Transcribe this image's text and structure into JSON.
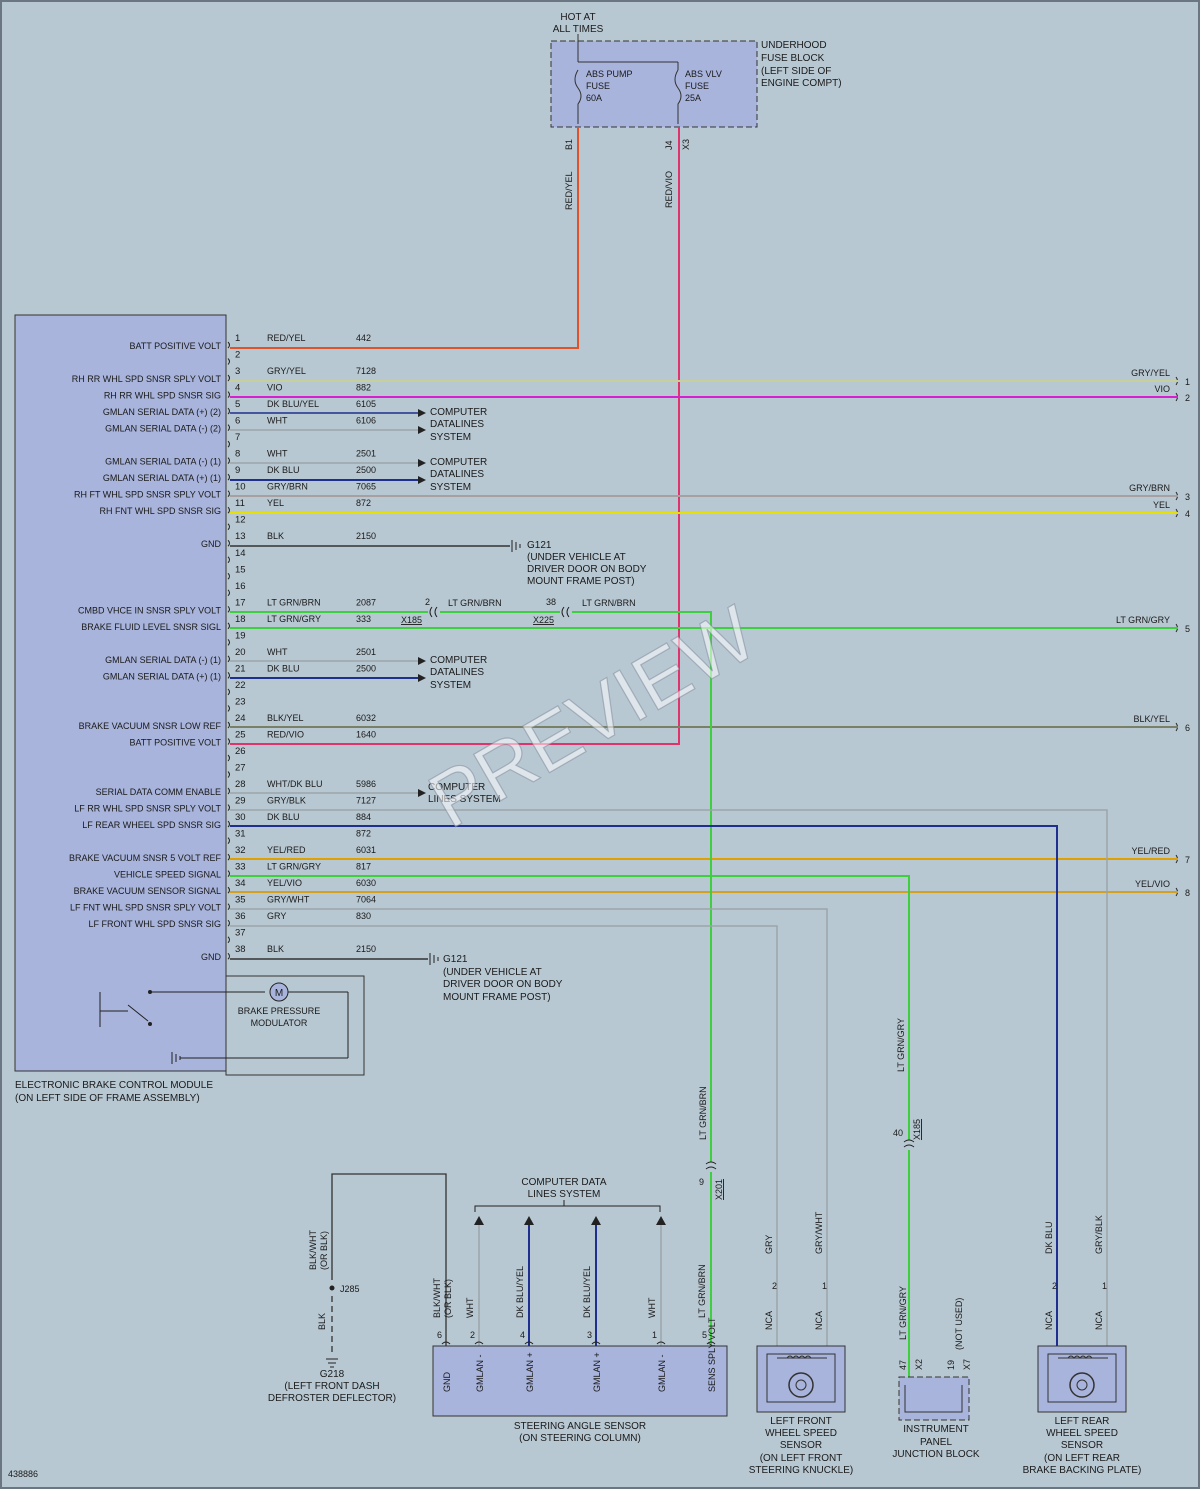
{
  "fuse_block": {
    "hot_label_1": "HOT AT",
    "hot_label_2": "ALL TIMES",
    "name": [
      "UNDERHOOD",
      "FUSE BLOCK",
      "(LEFT SIDE OF",
      "ENGINE COMPT)"
    ],
    "fuse1": [
      "ABS PUMP",
      "FUSE",
      "60A"
    ],
    "fuse2": [
      "ABS VLV",
      "FUSE",
      "25A"
    ],
    "pin1": "B1",
    "pin2": "J4",
    "conn2": "X3",
    "wire1": "RED/YEL",
    "wire2": "RED/VIO"
  },
  "module": {
    "name": [
      "ELECTRONIC BRAKE CONTROL MODULE",
      "(ON LEFT SIDE OF FRAME ASSEMBLY)"
    ],
    "modulator": [
      "BRAKE PRESSURE",
      "MODULATOR"
    ],
    "motor": "M"
  },
  "pins": [
    {
      "pin": "1",
      "func": "BATT POSITIVE VOLT",
      "color": "RED/YEL",
      "circuit": "442"
    },
    {
      "pin": "2",
      "func": "",
      "color": "",
      "circuit": ""
    },
    {
      "pin": "3",
      "func": "RH RR WHL SPD SNSR SPLY VOLT",
      "color": "GRY/YEL",
      "circuit": "7128"
    },
    {
      "pin": "4",
      "func": "RH RR WHL SPD SNSR SIG",
      "color": "VIO",
      "circuit": "882"
    },
    {
      "pin": "5",
      "func": "GMLAN SERIAL DATA (+) (2)",
      "color": "DK BLU/YEL",
      "circuit": "6105"
    },
    {
      "pin": "6",
      "func": "GMLAN SERIAL DATA (-) (2)",
      "color": "WHT",
      "circuit": "6106"
    },
    {
      "pin": "7",
      "func": "",
      "color": "",
      "circuit": ""
    },
    {
      "pin": "8",
      "func": "GMLAN SERIAL DATA (-) (1)",
      "color": "WHT",
      "circuit": "2501"
    },
    {
      "pin": "9",
      "func": "GMLAN SERIAL DATA (+) (1)",
      "color": "DK BLU",
      "circuit": "2500"
    },
    {
      "pin": "10",
      "func": "RH FT WHL SPD SNSR SPLY VOLT",
      "color": "GRY/BRN",
      "circuit": "7065"
    },
    {
      "pin": "11",
      "func": "RH FNT WHL SPD SNSR SIG",
      "color": "YEL",
      "circuit": "872"
    },
    {
      "pin": "12",
      "func": "",
      "color": "",
      "circuit": ""
    },
    {
      "pin": "13",
      "func": "GND",
      "color": "BLK",
      "circuit": "2150"
    },
    {
      "pin": "14",
      "func": "",
      "color": "",
      "circuit": ""
    },
    {
      "pin": "15",
      "func": "",
      "color": "",
      "circuit": ""
    },
    {
      "pin": "16",
      "func": "",
      "color": "",
      "circuit": ""
    },
    {
      "pin": "17",
      "func": "CMBD VHCE IN SNSR SPLY VOLT",
      "color": "LT GRN/BRN",
      "circuit": "2087"
    },
    {
      "pin": "18",
      "func": "BRAKE FLUID LEVEL SNSR SIGL",
      "color": "LT GRN/GRY",
      "circuit": "333"
    },
    {
      "pin": "19",
      "func": "",
      "color": "",
      "circuit": ""
    },
    {
      "pin": "20",
      "func": "GMLAN SERIAL DATA (-) (1)",
      "color": "WHT",
      "circuit": "2501"
    },
    {
      "pin": "21",
      "func": "GMLAN SERIAL DATA (+) (1)",
      "color": "DK BLU",
      "circuit": "2500"
    },
    {
      "pin": "22",
      "func": "",
      "color": "",
      "circuit": ""
    },
    {
      "pin": "23",
      "func": "",
      "color": "",
      "circuit": ""
    },
    {
      "pin": "24",
      "func": "BRAKE VACUUM SNSR LOW REF",
      "color": "BLK/YEL",
      "circuit": "6032"
    },
    {
      "pin": "25",
      "func": "BATT POSITIVE VOLT",
      "color": "RED/VIO",
      "circuit": "1640"
    },
    {
      "pin": "26",
      "func": "",
      "color": "",
      "circuit": ""
    },
    {
      "pin": "27",
      "func": "",
      "color": "",
      "circuit": ""
    },
    {
      "pin": "28",
      "func": "SERIAL DATA COMM ENABLE",
      "color": "WHT/DK BLU",
      "circuit": "5986"
    },
    {
      "pin": "29",
      "func": "LF RR WHL SPD SNSR SPLY VOLT",
      "color": "GRY/BLK",
      "circuit": "7127"
    },
    {
      "pin": "30",
      "func": "LF REAR WHEEL SPD SNSR SIG",
      "color": "DK BLU",
      "circuit": "884"
    },
    {
      "pin": "31",
      "func": "",
      "color": "",
      "circuit": "872"
    },
    {
      "pin": "32",
      "func": "BRAKE VACUUM SNSR 5 VOLT REF",
      "color": "YEL/RED",
      "circuit": "6031"
    },
    {
      "pin": "33",
      "func": "VEHICLE SPEED SIGNAL",
      "color": "LT GRN/GRY",
      "circuit": "817"
    },
    {
      "pin": "34",
      "func": "BRAKE VACUUM SENSOR SIGNAL",
      "color": "YEL/VIO",
      "circuit": "6030"
    },
    {
      "pin": "35",
      "func": "LF FNT WHL SPD SNSR SPLY VOLT",
      "color": "GRY/WHT",
      "circuit": "7064"
    },
    {
      "pin": "36",
      "func": "LF FRONT WHL SPD SNSR SIG",
      "color": "GRY",
      "circuit": "830"
    },
    {
      "pin": "37",
      "func": "",
      "color": "",
      "circuit": ""
    },
    {
      "pin": "38",
      "func": "GND",
      "color": "BLK",
      "circuit": "2150"
    }
  ],
  "right_labels": [
    {
      "text": "GRY/YEL",
      "num": "1"
    },
    {
      "text": "VIO",
      "num": "2"
    },
    {
      "text": "GRY/BRN",
      "num": "3"
    },
    {
      "text": "YEL",
      "num": "4"
    },
    {
      "text": "LT GRN/GRY",
      "num": "5"
    },
    {
      "text": "BLK/YEL",
      "num": "6"
    },
    {
      "text": "YEL/RED",
      "num": "7"
    },
    {
      "text": "YEL/VIO",
      "num": "8"
    }
  ],
  "data_systems": [
    [
      "COMPUTER",
      "DATALINES",
      "SYSTEM"
    ],
    [
      "COMPUTER",
      "DATALINES",
      "SYSTEM"
    ],
    [
      "COMPUTER",
      "DATALINES",
      "SYSTEM"
    ],
    [
      "COMPUTER DATA",
      "LINES SYSTEM"
    ]
  ],
  "grounds": {
    "g121_a": [
      "G121",
      "(UNDER VEHICLE AT",
      "DRIVER DOOR ON BODY",
      "MOUNT FRAME POST)"
    ],
    "g121_b": [
      "G121",
      "(UNDER VEHICLE AT",
      "DRIVER DOOR ON BODY",
      "MOUNT FRAME POST)"
    ],
    "g218": [
      "G218",
      "(LEFT FRONT DASH",
      "DEFROSTER DEFLECTOR)"
    ]
  },
  "inline": {
    "c1_pin": "2",
    "c1_name": "X185",
    "c1_wire": "LT GRN/BRN",
    "c2_pin": "38",
    "c2_name": "X225",
    "c2_wire": "LT GRN/BRN",
    "x201_pin": "9",
    "x201_name": "X201",
    "x201_wire": "LT GRN/BRN",
    "x185_pin": "40",
    "x185_name": "X185",
    "x185_wire": "LT GRN/GRY",
    "j285": "J285",
    "j285_top": "BLK/WHT",
    "j285_top2": "(OR BLK)",
    "j285_bot": "BLK"
  },
  "steering": {
    "name": [
      "STEERING ANGLE SENSOR",
      "(ON STEERING COLUMN)"
    ],
    "pins": [
      {
        "pin": "6",
        "wire": "BLK/WHT",
        "wire2": "(OR BLK)",
        "func": "GND"
      },
      {
        "pin": "2",
        "wire": "WHT",
        "func": "GMLAN -"
      },
      {
        "pin": "4",
        "wire": "DK BLU/YEL",
        "func": "GMLAN +"
      },
      {
        "pin": "3",
        "wire": "DK BLU/YEL",
        "func": "GMLAN +"
      },
      {
        "pin": "1",
        "wire": "WHT",
        "func": "GMLAN -"
      },
      {
        "pin": "5",
        "wire": "LT GRN/BRN",
        "func": "SENS SPLY VOLT"
      }
    ]
  },
  "lf_sensor": {
    "name": [
      "LEFT FRONT",
      "WHEEL SPEED",
      "SENSOR",
      "(ON LEFT FRONT",
      "STEERING KNUCKLE)"
    ],
    "p2": "2",
    "p1": "1",
    "w2": "GRY",
    "w1": "GRY/WHT",
    "nca": "NCA"
  },
  "ipjb": {
    "name": [
      "INSTRUMENT",
      "PANEL",
      "JUNCTION BLOCK"
    ],
    "p1": "47",
    "c1": "X2",
    "p2": "19",
    "c2": "X7",
    "w1": "LT GRN/GRY",
    "w2": "(NOT USED)"
  },
  "lr_sensor": {
    "name": [
      "LEFT REAR",
      "WHEEL SPEED",
      "SENSOR",
      "(ON LEFT REAR",
      "BRAKE BACKING PLATE)"
    ],
    "p2": "2",
    "p1": "1",
    "w2": "DK BLU",
    "w1": "GRY/BLK",
    "nca": "NCA"
  },
  "figure_id": "438886",
  "watermark": "PREVIEW",
  "colors": {
    "background": "#b8c8d2",
    "module_fill": "#a8b4dc",
    "red_yel": "#e0532a",
    "red_vio": "#e0336b",
    "vio": "#d81fd0",
    "yel": "#e8e000",
    "lt_grn": "#3ecf3e",
    "dk_blu": "#1f2f8f",
    "grey": "#9aa4aa"
  }
}
